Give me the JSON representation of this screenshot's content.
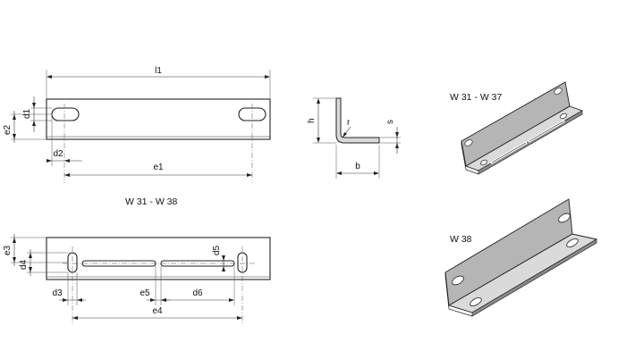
{
  "labels": {
    "l1": "l1",
    "d1": "d1",
    "e2": "e2",
    "d2": "d2",
    "e1": "e1",
    "h": "h",
    "r": "r",
    "s": "s",
    "b": "b",
    "e3": "e3",
    "d4": "d4",
    "d5": "d5",
    "d3": "d3",
    "e5": "e5",
    "d6": "d6",
    "e4": "e4"
  },
  "titles": {
    "middle_left": "W 31 - W 38",
    "top_right": "W 31 - W 37",
    "bottom_right": "W 38"
  },
  "colors": {
    "line": "#222222",
    "metal_light": "#d9d9d9",
    "metal_mid": "#b5b5b5",
    "metal_dark": "#8c8c8c"
  }
}
